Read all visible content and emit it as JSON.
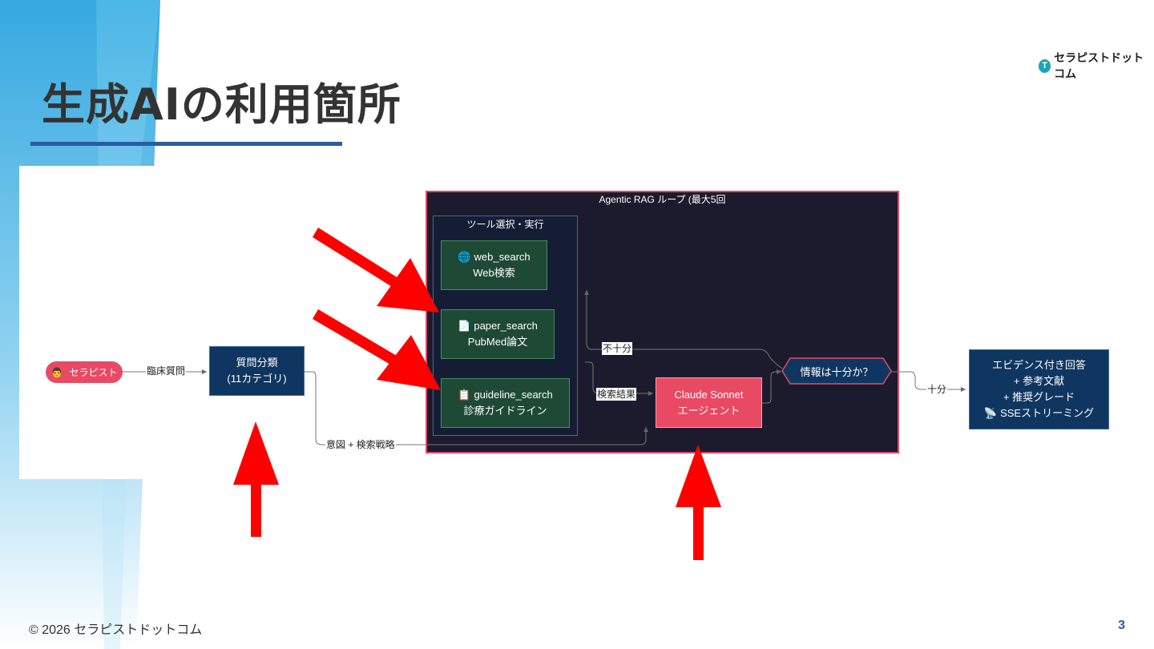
{
  "slide": {
    "title": "生成AIの利用箇所",
    "logo_mark": "T",
    "logo_text": "セラピストドットコム",
    "footer": "© 2026 セラピストドットコム",
    "page_number": "3"
  },
  "colors": {
    "accent_blue": "#2d5aa6",
    "loop_bg": "#1c1b2e",
    "loop_border": "#e04a68",
    "tool_green": "#1e4a35",
    "navy": "#0f3660",
    "agent_red": "#e84a64",
    "arrow_red": "#ff0000"
  },
  "diagram": {
    "start_node": {
      "icon": "therapist-emoji-icon",
      "icon_glyph": "👨",
      "label": "セラピスト"
    },
    "edge_clinical_question": "臨床質問",
    "classifier": {
      "line1": "質問分類",
      "line2": "(11カテゴリ)"
    },
    "edge_intent": "意図 + 検索戦略",
    "loop_title": "Agentic RAG ループ (最大5回",
    "tools_group_title": "ツール選択・実行",
    "tools": [
      {
        "icon": "globe-icon",
        "icon_glyph": "🌐",
        "name": "web_search",
        "desc": "Web検索"
      },
      {
        "icon": "document-icon",
        "icon_glyph": "📄",
        "name": "paper_search",
        "desc": "PubMed論文"
      },
      {
        "icon": "clipboard-icon",
        "icon_glyph": "📋",
        "name": "guideline_search",
        "desc": "診療ガイドライン"
      }
    ],
    "edge_search_results": "検索結果",
    "agent": {
      "line1": "Claude Sonnet",
      "line2": "エージェント"
    },
    "decision": "情報は十分か？",
    "edge_insufficient": "不十分",
    "edge_sufficient": "十分",
    "output": {
      "line1": "エビデンス付き回答",
      "line2": "+ 参考文献",
      "line3": "+ 推奨グレード",
      "line4": "SSEストリーミング",
      "line4_icon": "satellite-icon",
      "line4_glyph": "📡"
    }
  }
}
